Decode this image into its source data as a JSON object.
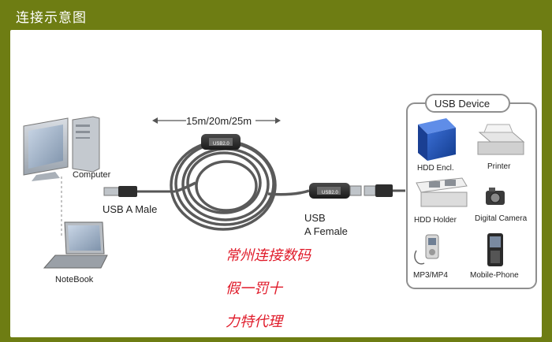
{
  "header": {
    "title": "连接示意图"
  },
  "labels": {
    "computer": "Computer",
    "notebook": "NoteBook",
    "usb_a_male": "USB A Male",
    "usb_a_female_line1": "USB",
    "usb_a_female_line2": "A Female",
    "length": "15m/20m/25m",
    "chip_left": "USB2.0",
    "chip_right": "USB2.0"
  },
  "device_box": {
    "title": "USB Device",
    "items": [
      "HDD Encl.",
      "Printer",
      "HDD Holder",
      "Digital Camera",
      "MP3/MP4",
      "Mobile-Phone"
    ]
  },
  "watermark": [
    "常州连接数码",
    "假一罚十",
    "力特代理"
  ],
  "colors": {
    "frame": "#6e7d13",
    "text_red": "#e01b2a",
    "cable": "#555555"
  }
}
